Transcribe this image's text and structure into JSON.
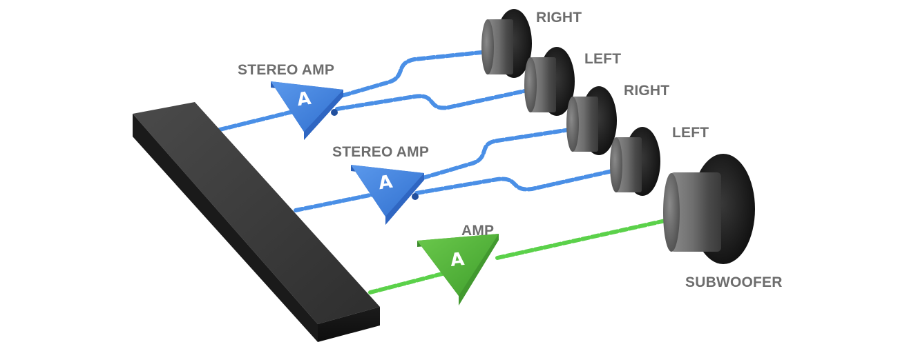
{
  "labels": {
    "speaker_right_1": "RIGHT",
    "speaker_left_1": "LEFT",
    "speaker_right_2": "RIGHT",
    "speaker_left_2": "LEFT",
    "subwoofer": "SUBWOOFER",
    "stereo_amp_1": "STEREO AMP",
    "stereo_amp_2": "STEREO AMP",
    "amp": "AMP"
  },
  "amp_glyph": "A",
  "colors": {
    "stereo_cable": "#4a8fe6",
    "stereo_amp": "#3f7fd9",
    "sub_cable": "#5bd14a",
    "sub_amp": "#4bb23a",
    "bar": "#2b2b2b",
    "label": "#6d6d6d"
  }
}
